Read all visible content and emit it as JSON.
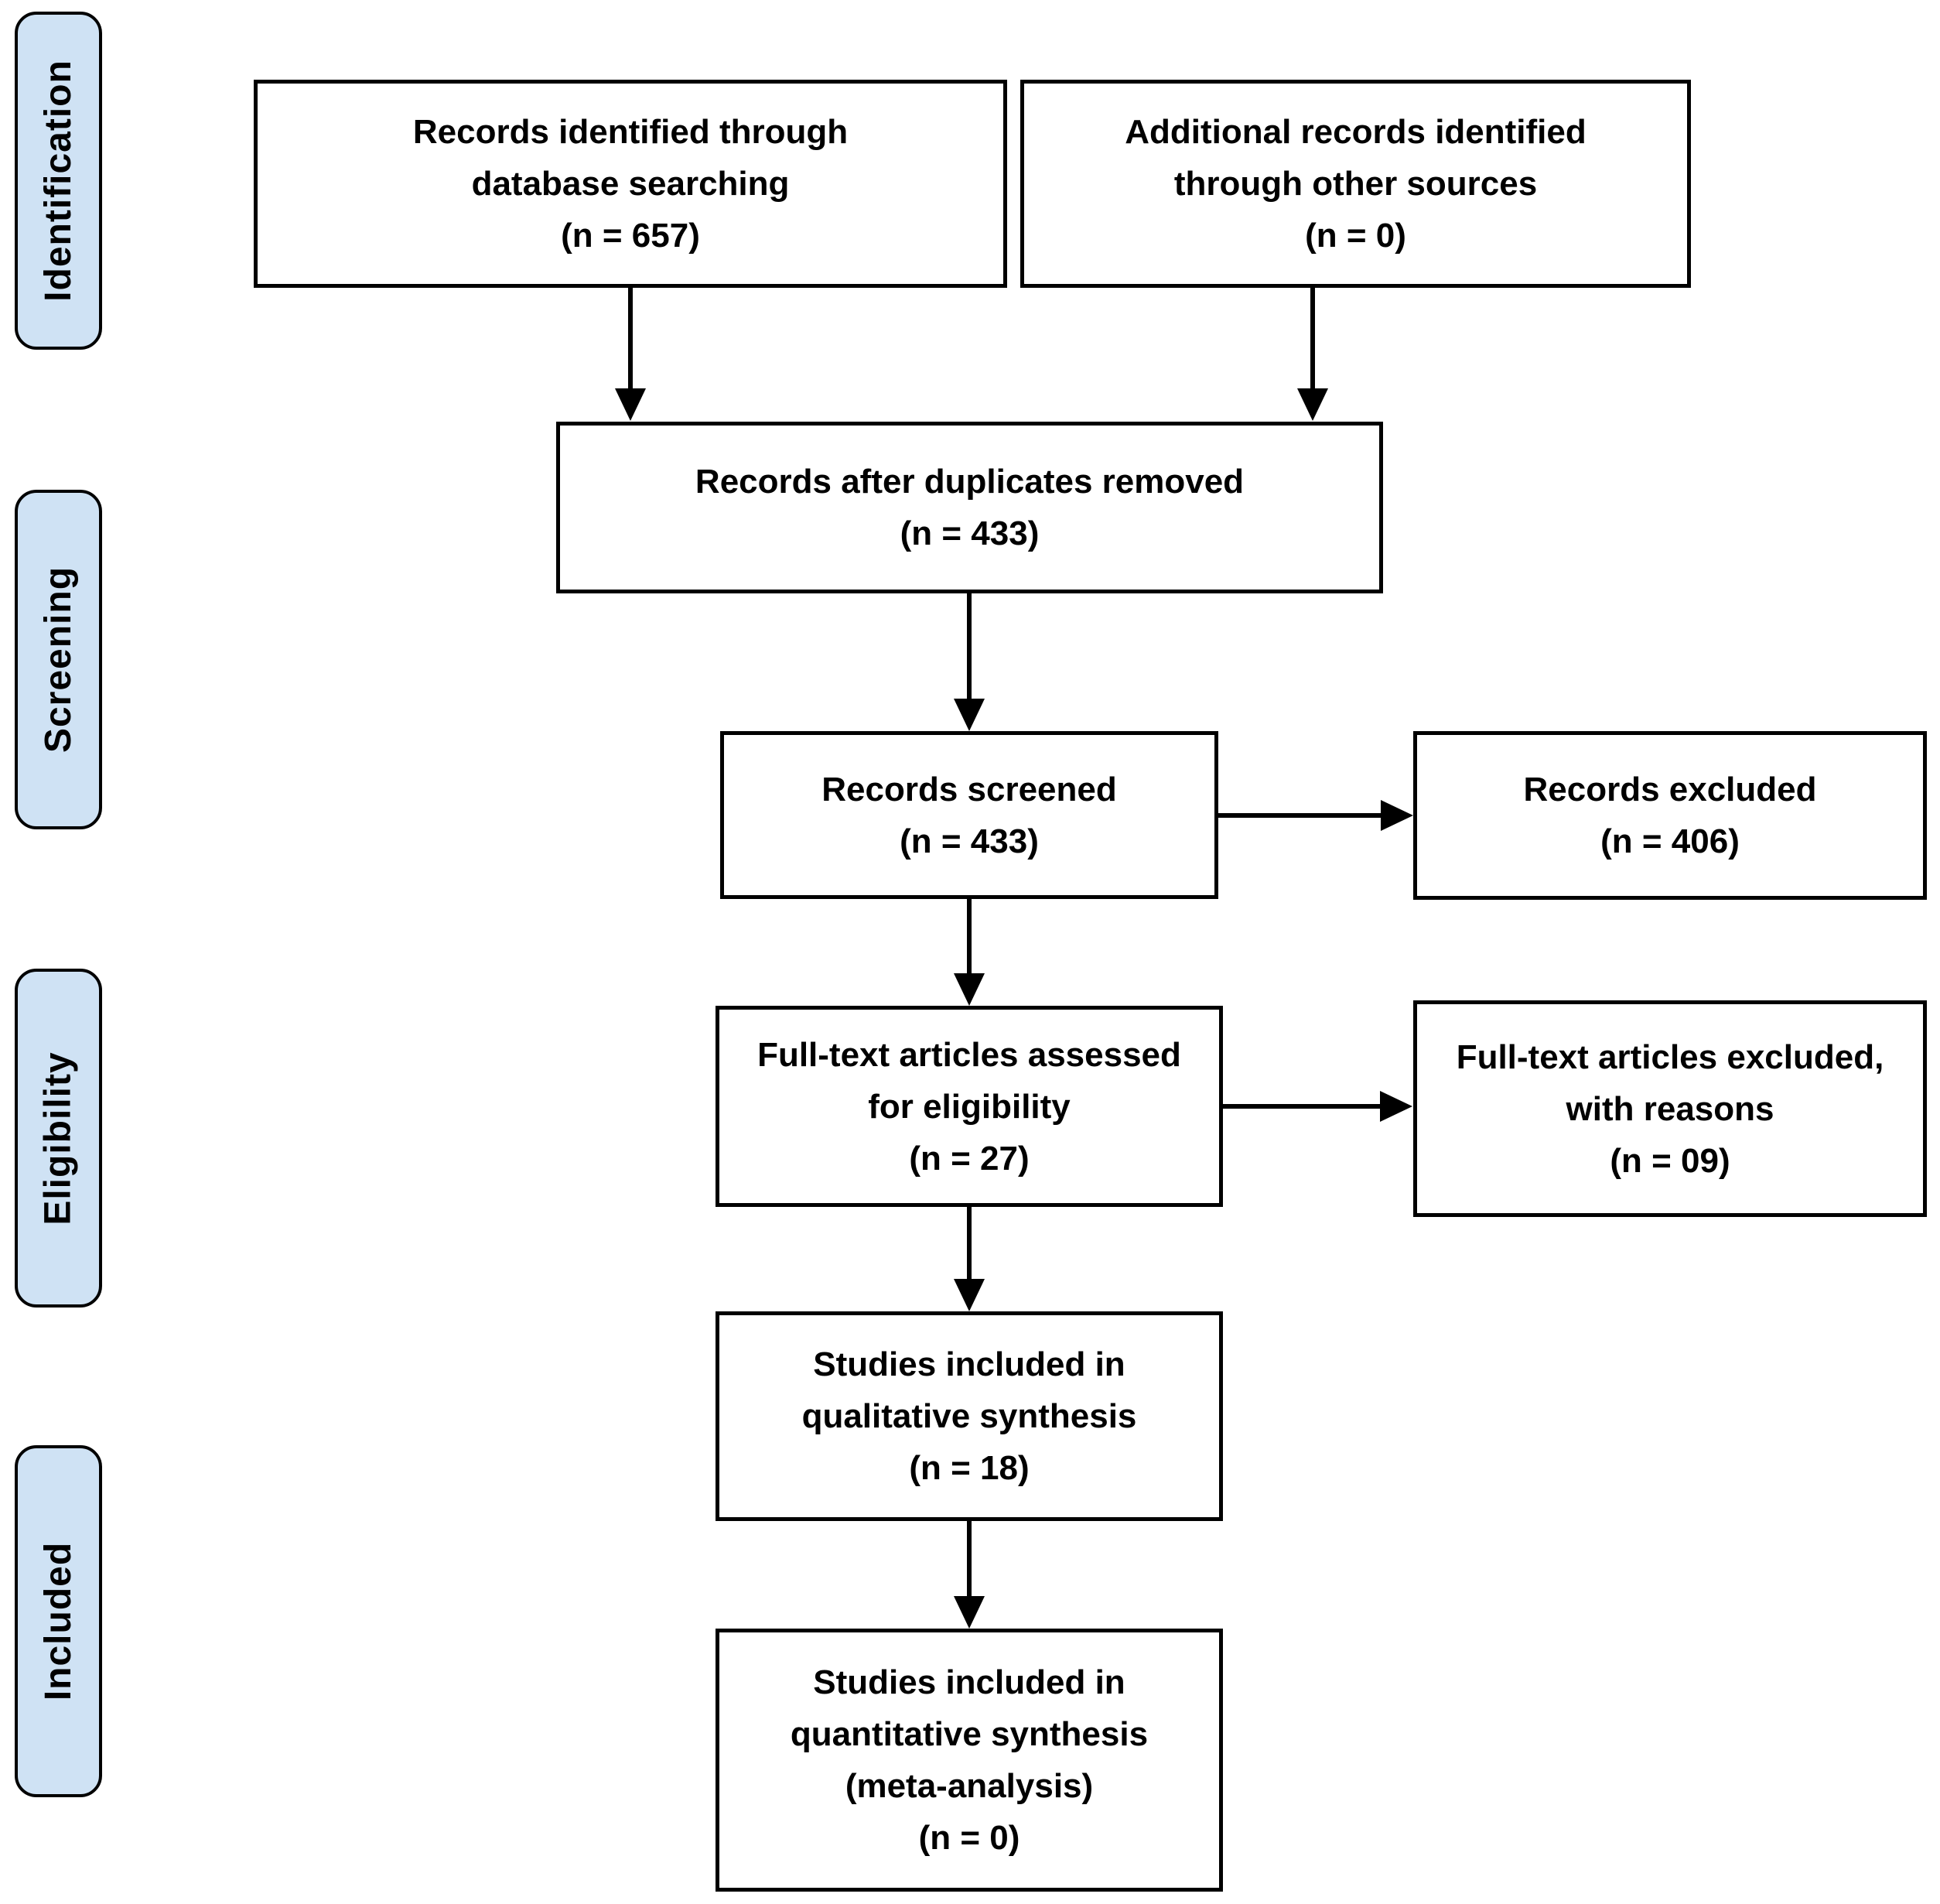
{
  "stages": {
    "identification": "Identification",
    "screening": "Screening",
    "eligibility": "Eligibility",
    "included": "Included"
  },
  "boxes": {
    "records_identified": "Records identified through\ndatabase searching\n(n = 657)",
    "additional_records": "Additional records identified\nthrough other sources\n(n = 0)",
    "duplicates_removed": "Records after duplicates removed\n(n = 433)",
    "records_screened": "Records screened\n(n = 433)",
    "records_excluded": "Records excluded\n(n = 406)",
    "fulltext_assessed": "Full-text articles assessed\nfor eligibility\n(n = 27)",
    "fulltext_excluded": "Full-text articles excluded,\nwith reasons\n(n = 09)",
    "qualitative_synthesis": "Studies included in\nqualitative synthesis\n(n = 18)",
    "quantitative_synthesis": "Studies included in\nquantitative synthesis\n(meta-analysis)\n(n = 0)"
  },
  "colors": {
    "stage_fill": "#cfe2f4",
    "line": "#000000",
    "box_fill": "#ffffff"
  }
}
